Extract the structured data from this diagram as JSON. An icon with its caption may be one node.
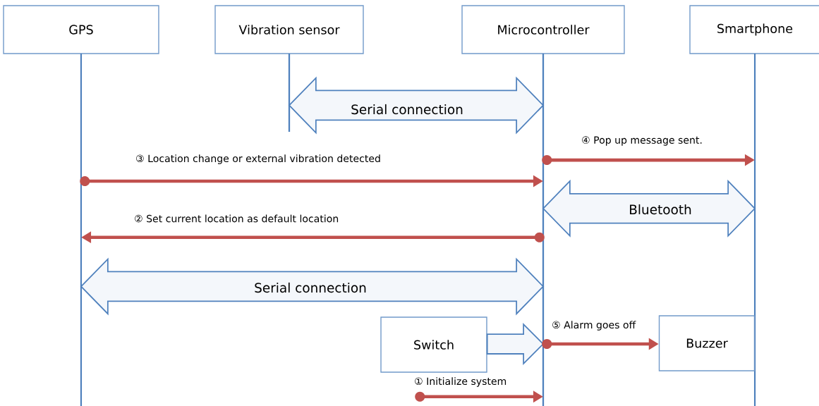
{
  "diagram": {
    "nodes": [
      {
        "text": [
          "GPS"
        ]
      },
      {
        "text": [
          "Vibration sensor"
        ]
      },
      {
        "text": [
          "Microcontroller"
        ]
      },
      {
        "text": [
          "Smartphone"
        ]
      },
      {
        "text": [
          "Switch"
        ]
      },
      {
        "text": [
          "Buzzer"
        ]
      }
    ],
    "edges": [
      {
        "from": 1,
        "to": 2,
        "arrow": "both",
        "label": "Serial connection",
        "style": "thick",
        "color": "#4f81bd"
      },
      {
        "from": 2,
        "to": 3,
        "arrow": "to",
        "label": "④ Pop up message sent."
      },
      {
        "from": 0,
        "to": 2,
        "arrow": "to",
        "label": "③ Location change or external vibration detected"
      },
      {
        "from": 2,
        "to": 3,
        "arrow": "both",
        "label": "Bluetooth",
        "style": "thick",
        "color": "#4f81bd"
      },
      {
        "from": 2,
        "to": 0,
        "arrow": "to",
        "label": "② Set current location as default location"
      },
      {
        "from": 0,
        "to": 2,
        "arrow": "both",
        "label": "Serial connection",
        "style": "thick",
        "color": "#4f81bd"
      },
      {
        "from": 4,
        "to": 2,
        "arrow": "to",
        "style": "thick",
        "color": "#4f81bd"
      },
      {
        "from": 2,
        "to": 5,
        "arrow": "to",
        "label": "⑤ Alarm goes off"
      },
      {
        "from": null,
        "to": 2,
        "arrow": "to",
        "label": "① Initialize system"
      }
    ]
  }
}
